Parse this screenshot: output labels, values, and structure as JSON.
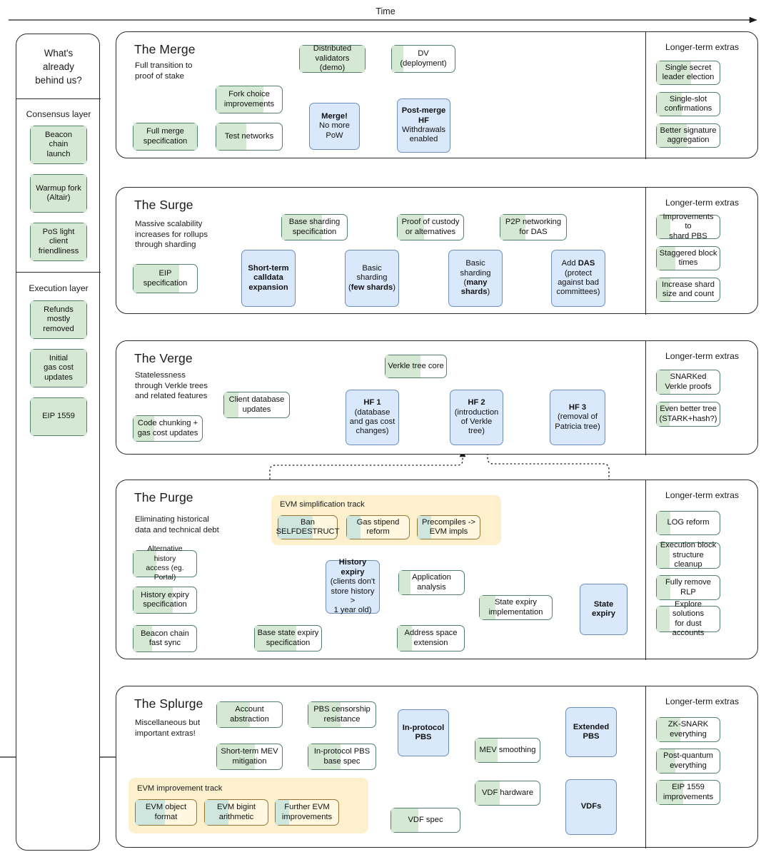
{
  "header": {
    "time_label": "Time"
  },
  "sidebar": {
    "title": "What's\nalready\nbehind us?",
    "groups": [
      {
        "label": "Consensus layer",
        "items": [
          {
            "label": "Beacon\nchain\nlaunch",
            "fill": 100
          },
          {
            "label": "Warmup fork\n(Altair)",
            "fill": 100
          },
          {
            "label": "PoS light\nclient\nfriendliness",
            "fill": 100
          }
        ]
      },
      {
        "label": "Execution layer",
        "items": [
          {
            "label": "Refunds\nmostly\nremoved",
            "fill": 100
          },
          {
            "label": "Initial\ngas cost\nupdates",
            "fill": 100
          },
          {
            "label": "EIP 1559",
            "fill": 100
          }
        ]
      }
    ]
  },
  "sections": [
    {
      "id": "merge",
      "title": "The Merge",
      "subtitle": "Full transition to\nproof of stake",
      "extras_title": "Longer-term extras",
      "extras": [
        {
          "label": "Single secret\nleader election",
          "fill": 55
        },
        {
          "label": "Single-slot\nconfirmations",
          "fill": 40
        },
        {
          "label": "Better signature\naggregation",
          "fill": 48
        }
      ],
      "nodes": [
        {
          "name": "distributed-validators-demo",
          "label": "Distributed\nvalidators (demo)",
          "kind": "task",
          "fill": 100
        },
        {
          "name": "dv-deployment",
          "label": "DV\n(deployment)",
          "kind": "task",
          "fill": 18
        },
        {
          "name": "fork-choice-improvements",
          "label": "Fork choice\nimprovements",
          "kind": "task",
          "fill": 72
        },
        {
          "name": "full-merge-specification",
          "label": "Full merge\nspecification",
          "kind": "task",
          "fill": 100
        },
        {
          "name": "test-networks",
          "label": "Test networks",
          "kind": "task",
          "fill": 46
        },
        {
          "name": "merge-milestone",
          "label": "Merge!\nNo more\nPoW",
          "kind": "milestone",
          "bold_first": true
        },
        {
          "name": "post-merge-hf",
          "label": "Post-merge\nHF\nWithdrawals\nenabled",
          "kind": "milestone",
          "bold_lines": 2
        }
      ]
    },
    {
      "id": "surge",
      "title": "The Surge",
      "subtitle": "Massive scalability\nincreases for rollups\nthrough sharding",
      "extras_title": "Longer-term extras",
      "extras": [
        {
          "label": "Improvements to\nshard PBS",
          "fill": 22
        },
        {
          "label": "Staggered block\ntimes",
          "fill": 30
        },
        {
          "label": "Increase shard\nsize and count",
          "fill": 22
        }
      ],
      "nodes": [
        {
          "name": "base-sharding-specification",
          "label": "Base sharding\nspecification",
          "kind": "task",
          "fill": 62
        },
        {
          "name": "proof-of-custody",
          "label": "Proof of custody\nor alternatives",
          "kind": "task",
          "fill": 40
        },
        {
          "name": "p2p-networking-for-das",
          "label": "P2P networking\nfor DAS",
          "kind": "task",
          "fill": 38
        },
        {
          "name": "eip-specification",
          "label": "EIP\nspecification",
          "kind": "task",
          "fill": 72
        },
        {
          "name": "short-term-calldata-expansion",
          "label": "Short-term\ncalldata\nexpansion",
          "kind": "milestone",
          "bold": true
        },
        {
          "name": "basic-sharding-few-shards",
          "label": "Basic\nsharding\n(few shards)",
          "kind": "milestone"
        },
        {
          "name": "basic-sharding-many-shards",
          "label": "Basic\nsharding\n(many shards)",
          "kind": "milestone"
        },
        {
          "name": "add-das",
          "label": "Add DAS\n(protect\nagainst bad\ncommittees)",
          "kind": "milestone"
        }
      ]
    },
    {
      "id": "verge",
      "title": "The Verge",
      "subtitle": "Statelessness\nthrough Verkle trees\nand related features",
      "extras_title": "Longer-term extras",
      "extras": [
        {
          "label": "SNARKed\nVerkle proofs",
          "fill": 22
        },
        {
          "label": "Even better tree\n(STARK+hash?)",
          "fill": 20
        }
      ],
      "nodes": [
        {
          "name": "verkle-tree-core",
          "label": "Verkle tree core",
          "kind": "task",
          "fill": 58
        },
        {
          "name": "client-database-updates",
          "label": "Client database\nupdates",
          "kind": "task",
          "fill": 22
        },
        {
          "name": "code-chunking-gas-cost-updates",
          "label": "Code chunking +\ngas cost updates",
          "kind": "task",
          "fill": 30
        },
        {
          "name": "hf-1",
          "label": "HF 1\n(database\nand gas cost\nchanges)",
          "kind": "milestone"
        },
        {
          "name": "hf-2",
          "label": "HF 2\n(introduction\nof Verkle\ntree)",
          "kind": "milestone"
        },
        {
          "name": "hf-3",
          "label": "HF 3\n(removal of\nPatricia tree)",
          "kind": "milestone"
        }
      ]
    },
    {
      "id": "purge",
      "title": "The Purge",
      "subtitle": "Eliminating historical\ndata and technical debt",
      "extras_title": "Longer-term extras",
      "extras": [
        {
          "label": "LOG reform",
          "fill": 22
        },
        {
          "label": "Execution block\nstructure cleanup",
          "fill": 20
        },
        {
          "label": "Fully remove\nRLP",
          "fill": 22
        },
        {
          "label": "Explore solutions\nfor dust accounts",
          "fill": 20
        }
      ],
      "track": {
        "title": "EVM simplification track",
        "items": [
          {
            "label": "Ban\nSELFDESTRUCT",
            "fill": 58
          },
          {
            "label": "Gas stipend\nreform",
            "fill": 22
          },
          {
            "label": "Precompiles ->\nEVM impls",
            "fill": 22
          }
        ]
      },
      "nodes": [
        {
          "name": "alternative-history-access",
          "label": "Alternative history\naccess (eg. Portal)",
          "kind": "task",
          "fill": 36
        },
        {
          "name": "history-expiry-specification",
          "label": "History expiry\nspecification",
          "kind": "task",
          "fill": 62
        },
        {
          "name": "beacon-chain-fast-sync",
          "label": "Beacon chain\nfast sync",
          "kind": "task",
          "fill": 30
        },
        {
          "name": "history-expiry",
          "label": "History\nexpiry\n(clients don't\nstore history >\n1 year old)",
          "kind": "milestone"
        },
        {
          "name": "application-analysis",
          "label": "Application\nanalysis",
          "kind": "task",
          "fill": 18
        },
        {
          "name": "state-expiry-implementation",
          "label": "State expiry\nimplementation",
          "kind": "task",
          "fill": 22
        },
        {
          "name": "base-state-expiry-specification",
          "label": "Base state expiry\nspecification",
          "kind": "task",
          "fill": 62
        },
        {
          "name": "address-space-extension",
          "label": "Address space\nextension",
          "kind": "task",
          "fill": 22
        },
        {
          "name": "state-expiry",
          "label": "State expiry",
          "kind": "milestone",
          "bold": true
        }
      ]
    },
    {
      "id": "splurge",
      "title": "The Splurge",
      "subtitle": "Miscellaneous but\nimportant extras!",
      "extras_title": "Longer-term extras",
      "extras": [
        {
          "label": "ZK-SNARK\neverything",
          "fill": 38
        },
        {
          "label": "Post-quantum\neverything",
          "fill": 30
        },
        {
          "label": "EIP 1559\nimprovements",
          "fill": 42
        }
      ],
      "track": {
        "title": "EVM improvement track",
        "items": [
          {
            "label": "EVM object\nformat",
            "fill": 48
          },
          {
            "label": "EVM bigint\narithmetic",
            "fill": 38
          },
          {
            "label": "Further EVM\nimprovements",
            "fill": 22
          }
        ]
      },
      "nodes": [
        {
          "name": "account-abstraction",
          "label": "Account\nabstraction",
          "kind": "task",
          "fill": 50
        },
        {
          "name": "pbs-censorship-resistance",
          "label": "PBS censorship\nresistance",
          "kind": "task",
          "fill": 48
        },
        {
          "name": "short-term-mev-mitigation",
          "label": "Short-term MEV\nmitigation",
          "kind": "task",
          "fill": 58
        },
        {
          "name": "in-protocol-pbs-base-spec",
          "label": "In-protocol PBS\nbase spec",
          "kind": "task",
          "fill": 48
        },
        {
          "name": "in-protocol-pbs",
          "label": "In-protocol\nPBS",
          "kind": "milestone",
          "bold": true
        },
        {
          "name": "mev-smoothing",
          "label": "MEV smoothing",
          "kind": "task",
          "fill": 34
        },
        {
          "name": "extended-pbs",
          "label": "Extended\nPBS",
          "kind": "milestone",
          "bold": true
        },
        {
          "name": "vdf-hardware",
          "label": "VDF hardware",
          "kind": "task",
          "fill": 38
        },
        {
          "name": "vdf-spec",
          "label": "VDF spec",
          "kind": "task",
          "fill": 40
        },
        {
          "name": "vdfs",
          "label": "VDFs",
          "kind": "milestone",
          "bold": true
        }
      ]
    }
  ],
  "colors": {
    "task_fill": "#d5e8d4",
    "task_border": "#53806b",
    "milestone_fill": "#dae8fc",
    "milestone_border": "#6c8ebf",
    "track_bg": "#fcf0cd",
    "track_item_border": "#967634",
    "outline": "#2b2b2b"
  }
}
